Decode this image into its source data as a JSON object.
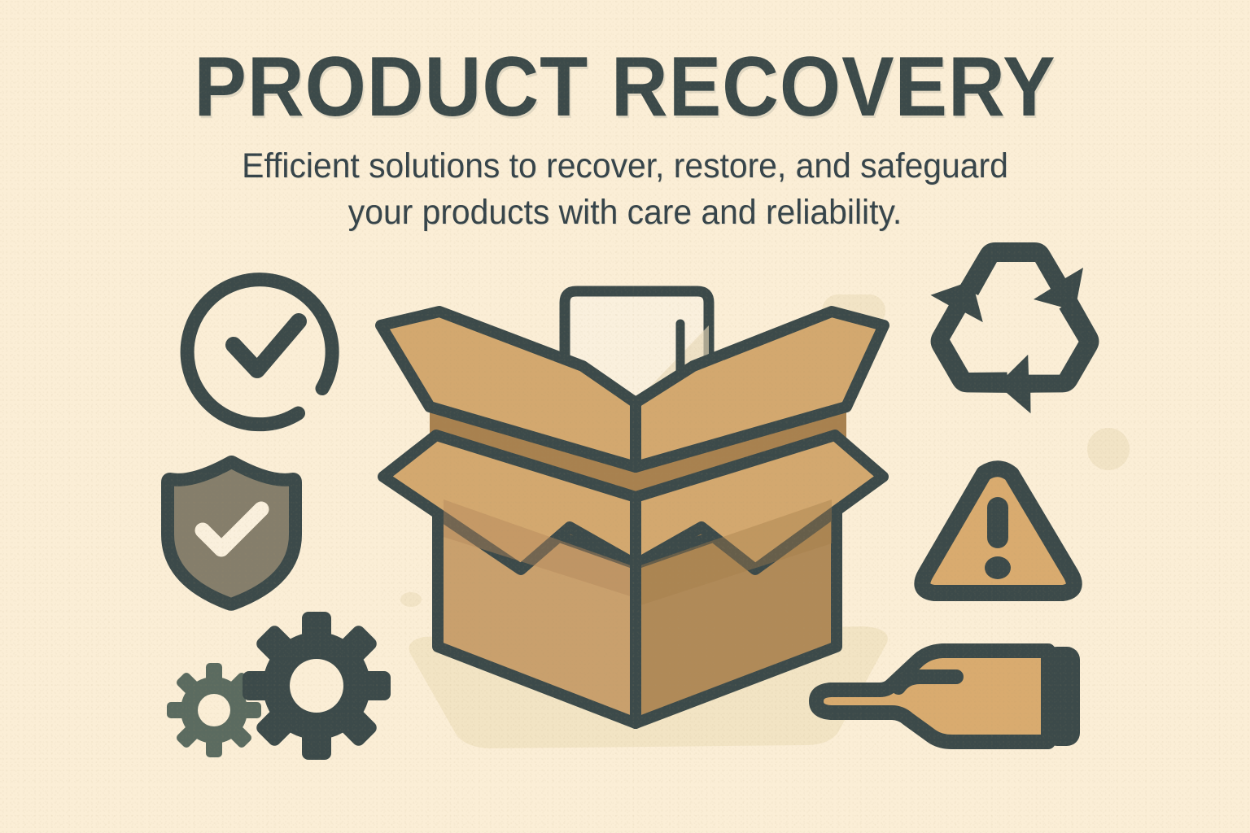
{
  "poster": {
    "title": "PRODUCT RECOVERY",
    "subtitle": "Efficient solutions to recover, restore, and safeguard your products with care and reliability."
  },
  "colors": {
    "background": "#fbeed6",
    "ink": "#3c4a4a",
    "ink_soft": "#36444a",
    "cardboard_light": "#d3a86f",
    "cardboard_mid": "#c9a06d",
    "cardboard_dark": "#b08a58",
    "cardboard_inner": "#a8814f",
    "product_white": "#faf0dd",
    "product_shade": "#e6d6b4",
    "shield_fill": "#857e6b",
    "gear_small": "#5b6b60",
    "warning_fill": "#d9ab6f",
    "hand_fill": "#d9ab6f",
    "shadow": "#f0e2c2",
    "blob": "#f2e4c6"
  },
  "icons": [
    {
      "name": "circle-check-icon",
      "label": "Verified / quality check",
      "position": "left-top",
      "style": "outline"
    },
    {
      "name": "shield-check-icon",
      "label": "Protection guarantee",
      "position": "left-middle",
      "style": "filled"
    },
    {
      "name": "gears-icon",
      "label": "Processing and repair",
      "position": "left-bottom",
      "style": "filled"
    },
    {
      "name": "recycle-icon",
      "label": "Recycling and reuse",
      "position": "right-top",
      "style": "filled"
    },
    {
      "name": "warning-triangle-icon",
      "label": "Damage alert",
      "position": "right-middle",
      "style": "filled"
    },
    {
      "name": "helping-hand-icon",
      "label": "Careful handling",
      "position": "right-bottom",
      "style": "filled"
    },
    {
      "name": "open-box-icon",
      "label": "Open shipping box with product",
      "position": "center",
      "style": "filled"
    }
  ],
  "decor": [
    {
      "name": "blob-pill",
      "shape": "rounded-rect"
    },
    {
      "name": "blob-circle",
      "shape": "circle"
    }
  ]
}
